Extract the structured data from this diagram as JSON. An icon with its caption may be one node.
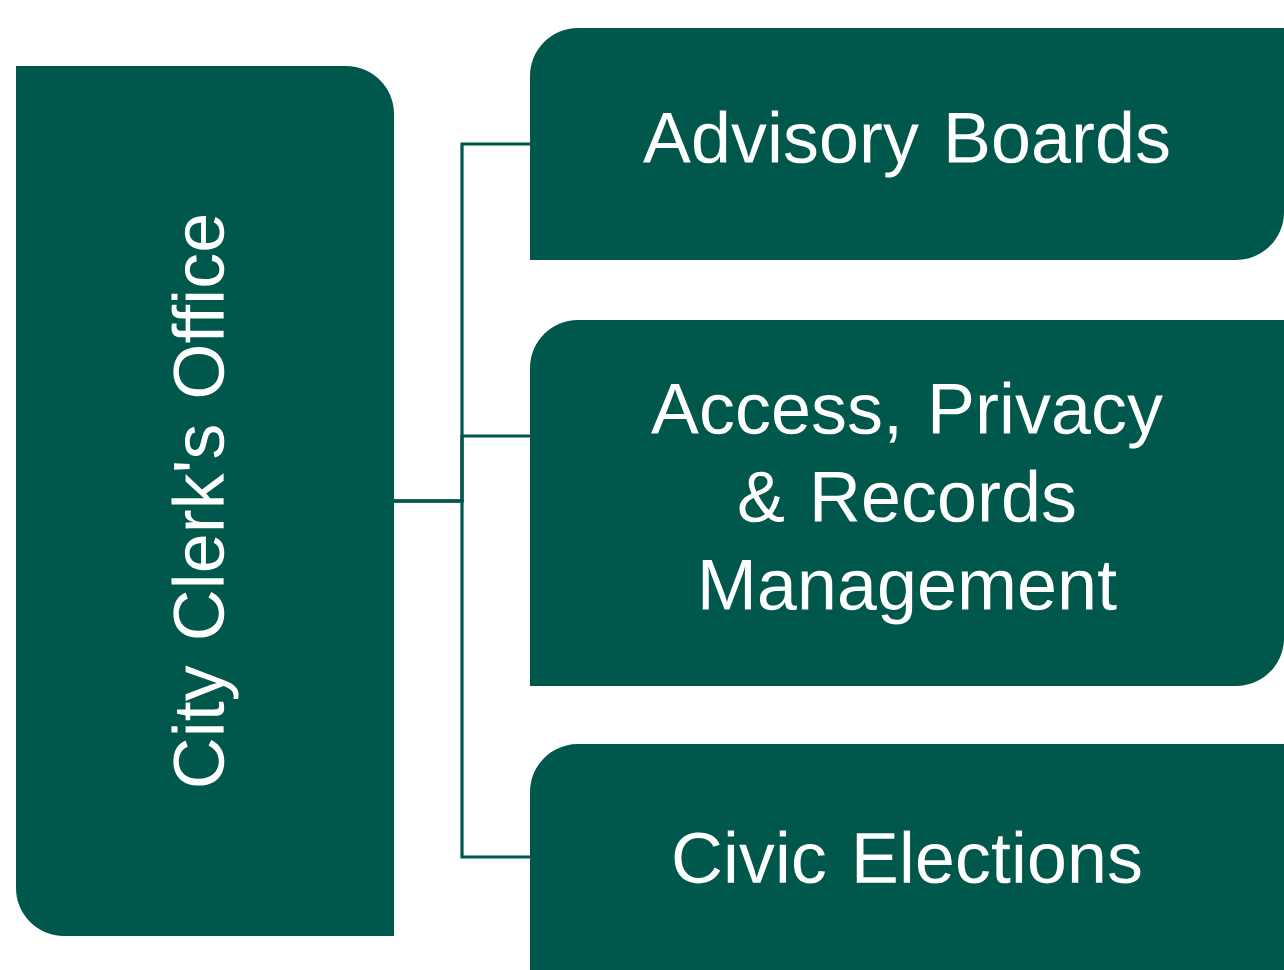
{
  "diagram": {
    "nodes": [
      {
        "text": [
          "City Clerk's Office"
        ]
      },
      {
        "text": [
          "Advisory Boards"
        ]
      },
      {
        "text": [
          "Access, Privacy & Records Management"
        ]
      },
      {
        "text": [
          "Civic Elections"
        ]
      }
    ],
    "edges": [
      {
        "from": 0,
        "to": 1,
        "arrow": "none"
      },
      {
        "from": 0,
        "to": 2,
        "arrow": "none"
      },
      {
        "from": 0,
        "to": 3,
        "arrow": "none"
      }
    ]
  }
}
